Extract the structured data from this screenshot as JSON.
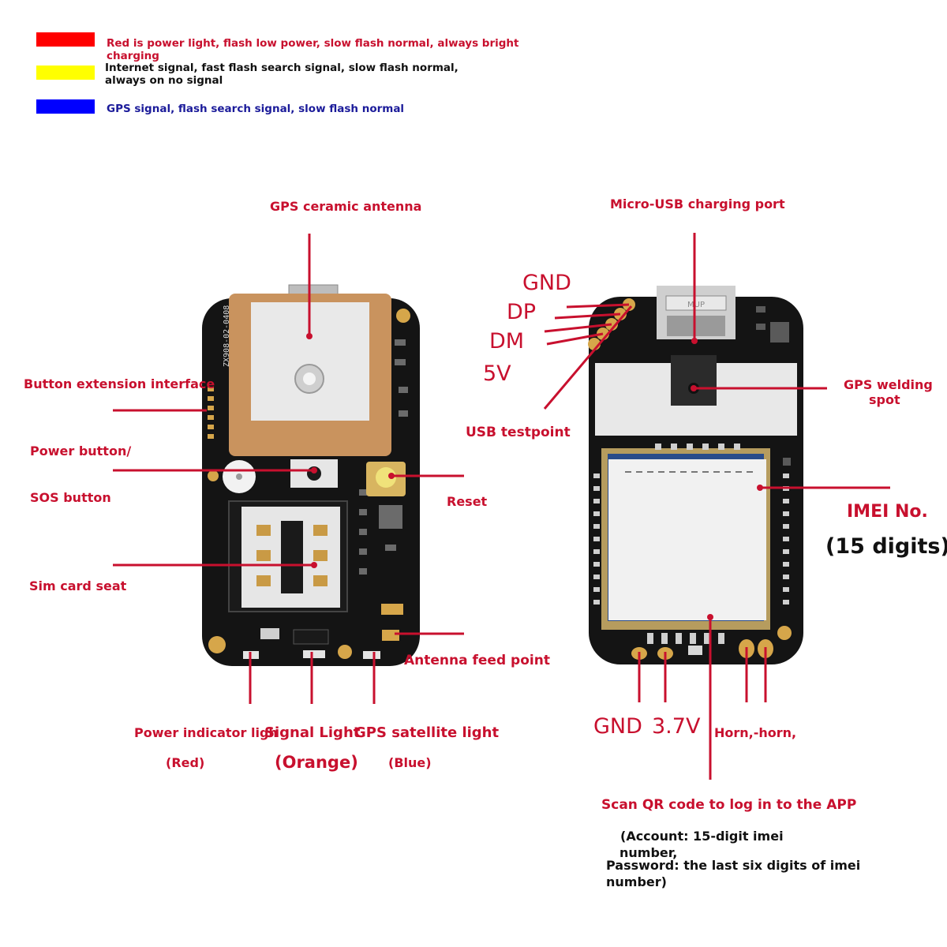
{
  "legend": [
    {
      "color": "#ff0000",
      "text": "Red is power light, flash low power, slow flash normal, always bright charging",
      "text_color": "#c8102e"
    },
    {
      "color": "#ffff00",
      "text": "Internet signal, fast flash search signal, slow flash normal, always on no signal",
      "text_color": "#111111"
    },
    {
      "color": "#0000ff",
      "text": "GPS signal, flash search signal, slow flash normal",
      "text_color": "#1b1b9a"
    }
  ],
  "front": {
    "board_silkscreen": "ZX908-02-0408",
    "labels": {
      "gps_antenna": "GPS ceramic antenna",
      "button_ext": "Button extension interface",
      "power_button": "Power button/",
      "sos_button": "SOS button",
      "reset": "Reset",
      "sim_seat": "Sim card seat",
      "antenna_feed": "Antenna feed point",
      "power_led": "Power indicator ligh",
      "power_led_color": "(Red)",
      "signal_led": "Signal Light",
      "signal_led_color": "(Orange)",
      "gps_led": "GPS satellite light",
      "gps_led_color": "(Blue)"
    }
  },
  "back": {
    "usb_chip_text": "MUP",
    "labels": {
      "micro_usb": "Micro-USB charging port",
      "gnd": "GND",
      "dp": "DP",
      "dm": "DM",
      "v5": "5V",
      "usb_testpoint": "USB testpoint",
      "gps_weld_1": "GPS welding",
      "gps_weld_2": "spot",
      "imei": "IMEI No.",
      "imei_digits": "(15 digits)",
      "bottom_gnd": "GND",
      "bottom_37v": "3.7V",
      "horn": "Horn,-horn,",
      "qr": "Scan QR code to log in to the APP",
      "account": "(Account: 15-digit imei",
      "account2": "number,",
      "password": "Password: the last six digits of imei",
      "password2": "number)"
    }
  },
  "colors": {
    "accent_red": "#c8102e",
    "pcb_black": "#141414",
    "antenna_tan": "#c9935e",
    "shield_silver": "#e8e8e8"
  }
}
